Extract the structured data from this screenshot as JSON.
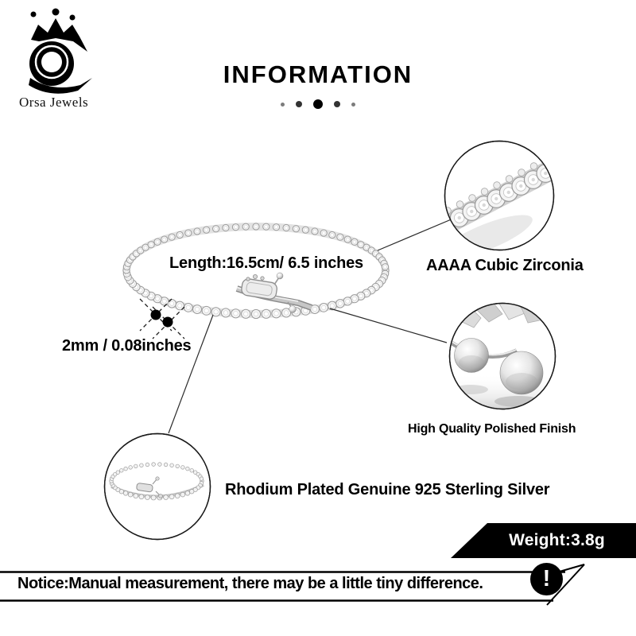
{
  "brand": {
    "name": "Orsa Jewels"
  },
  "header": {
    "title": "INFORMATION"
  },
  "product": {
    "length_label": "Length:16.5cm/ 6.5 inches",
    "width_label": "2mm / 0.08inches"
  },
  "callouts": [
    {
      "id": "stone",
      "label": "AAAA Cubic Zirconia"
    },
    {
      "id": "finish",
      "label": "High Quality Polished Finish"
    },
    {
      "id": "material",
      "label": "Rhodium Plated Genuine 925 Sterling Silver"
    }
  ],
  "weight": {
    "label": "Weight:3.8g"
  },
  "notice": {
    "text": "Notice:Manual measurement, there may be a little tiny difference.",
    "icon_glyph": "!"
  },
  "colors": {
    "ink": "#000000",
    "badge_bg": "#000000",
    "badge_text": "#ffffff",
    "metal_light": "#f4f4f4",
    "metal_mid": "#c9c9c9",
    "metal_dark": "#8f8f8f"
  }
}
